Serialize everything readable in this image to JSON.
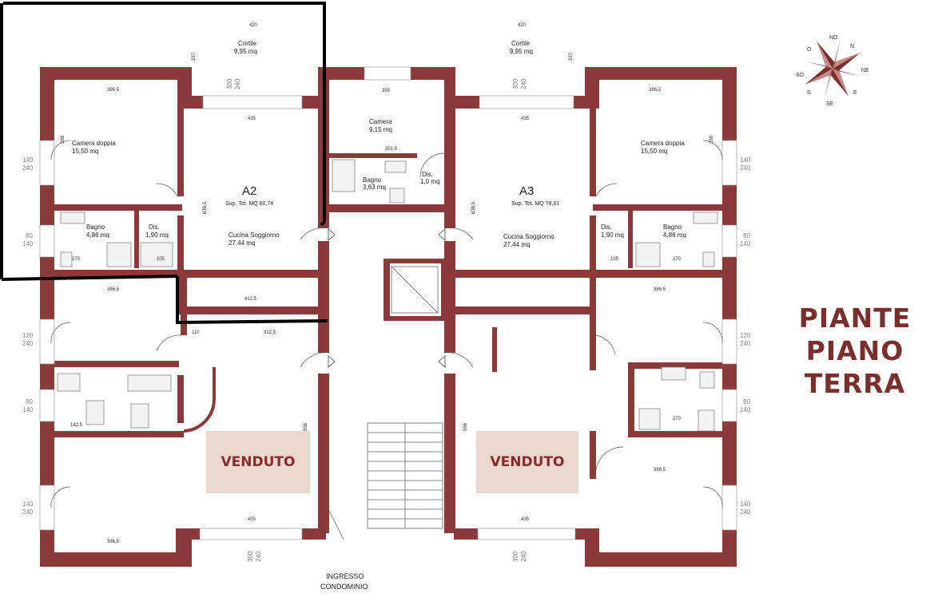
{
  "title": {
    "line1": "PIANTE",
    "line2": "PIANO",
    "line3": "TERRA"
  },
  "entrance": {
    "line1": "INGRESSO",
    "line2": "CONDOMINIO"
  },
  "compass": {
    "N": "N",
    "NE": "NE",
    "E": "E",
    "SE": "SE",
    "S": "S",
    "SO": "SO",
    "O": "O",
    "NO": "NO"
  },
  "units": {
    "a2": {
      "name": "A2",
      "total": "Sup. Tot. MQ 60,74"
    },
    "a3": {
      "name": "A3",
      "total": "Sup. Tot. MQ 78,61"
    }
  },
  "rooms": {
    "cortile_left": {
      "name": "Cortile",
      "area": "9,95 mq"
    },
    "cortile_right": {
      "name": "Cortile",
      "area": "9,95 mq"
    },
    "camera_doppia_left": {
      "name": "Camera doppia",
      "area": "15,50 mq"
    },
    "camera_doppia_right": {
      "name": "Camera doppia",
      "area": "15,50 mq"
    },
    "camera_center": {
      "name": "Camera",
      "area": "9,15 mq"
    },
    "bagno_center": {
      "name": "Bagno",
      "area": "3,63 mq"
    },
    "dis_center": {
      "name": "Dis.",
      "area": "1,0 mq"
    },
    "bagno_left": {
      "name": "Bagno",
      "area": "4,86 mq"
    },
    "dis_left": {
      "name": "Dis.",
      "area": "1,90 mq"
    },
    "bagno_right": {
      "name": "Bagno",
      "area": "4,86 mq"
    },
    "dis_right": {
      "name": "Dis.",
      "area": "1,90 mq"
    },
    "cucina_left": {
      "name": "Cucina Soggiorno",
      "area": "27,44 mq"
    },
    "cucina_right": {
      "name": "Cucina Soggiorno",
      "area": "27,44 mq"
    }
  },
  "sold": {
    "left": "VENDUTO",
    "right": "VENDUTO"
  },
  "dimensions": {
    "d420a": "420",
    "d420b": "420",
    "d237a": "237",
    "d237b": "237",
    "d3865a": "386,5",
    "d3865b": "386,5",
    "d435a": "435",
    "d435b": "435",
    "d393": "393",
    "d3915": "391,5",
    "d4125": "412,5",
    "d3865c": "386,5",
    "d3865d": "386,5",
    "d3865e": "386,5",
    "d3865f": "386,5",
    "d3125": "312,5",
    "d110": "110",
    "d435c": "435",
    "d435d": "435",
    "d270a": "270",
    "d270b": "270",
    "d270c": "270",
    "d105a": "105",
    "d105b": "105",
    "d6385a": "638,5",
    "d6385b": "638,5",
    "d556a": "556",
    "d556b": "556",
    "d288a": "288",
    "d288b": "288",
    "d1425": "142,5",
    "w140a": "140",
    "w240a": "240",
    "w80a": "80",
    "w140b": "140",
    "w120a": "120",
    "w240b": "240",
    "w80b": "80",
    "w140c": "140",
    "w140d": "140",
    "w240c": "240",
    "w140e": "140",
    "w240d": "240",
    "w80c": "80",
    "w140f": "140",
    "w120b": "120",
    "w240e": "240",
    "w80d": "80",
    "w140g": "140",
    "w140h": "140",
    "w240f": "240",
    "d300a": "300",
    "d240a": "240",
    "d300b": "300",
    "d240b": "240",
    "d300c": "300",
    "d240c": "240",
    "d300d": "300",
    "d240d": "240"
  },
  "colors": {
    "wall": "#8b3a3a",
    "wall_dark": "#7a2f2c",
    "sold_box": "#ead8cf",
    "highlight": "#000000"
  }
}
